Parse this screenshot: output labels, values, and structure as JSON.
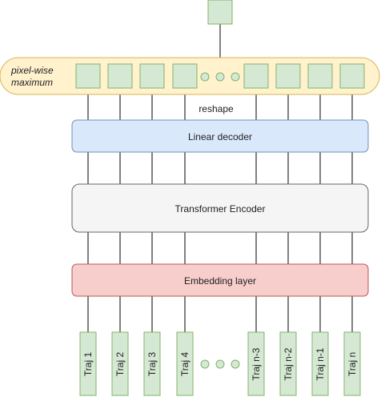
{
  "diagram": {
    "pool_label_line1": "pixel-wise",
    "pool_label_line2": "maximum",
    "reshape_label": "reshape",
    "decoder_label": "Linear decoder",
    "encoder_label": "Transformer Encoder",
    "embedding_label": "Embedding layer",
    "trajectories": [
      "Traj  1",
      "Traj  2",
      "Traj  3",
      "Traj  4",
      "Traj  n-3",
      "Traj  n-2",
      "Traj  n-1",
      "Traj  n"
    ],
    "colors": {
      "green_fill": "#d5e8d4",
      "green_stroke": "#82b366",
      "yellow_fill": "#fff2cc",
      "yellow_stroke": "#d6b656",
      "blue_fill": "#dae8fc",
      "blue_stroke": "#6c8ebf",
      "gray_fill": "#f5f5f5",
      "gray_stroke": "#666666",
      "red_fill": "#f8cecc",
      "red_stroke": "#b85450"
    }
  }
}
